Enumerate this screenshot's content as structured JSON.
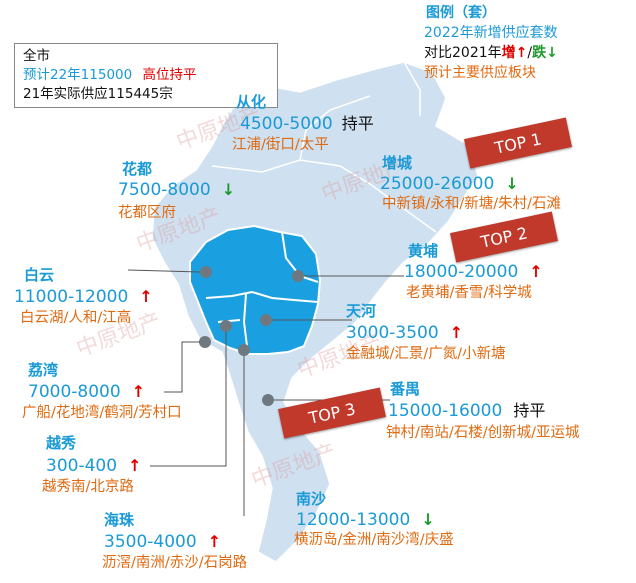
{
  "colors": {
    "core": "#1aa0e0",
    "region": "#cfe0f0",
    "text_blue": "#1a9ad6",
    "text_orange": "#e06a10",
    "up": "#e00000",
    "down": "#1c9a2c",
    "badge": "#c0392b"
  },
  "legend": {
    "title": "图例（套）",
    "line1": "2022年新增供应套数",
    "line2_prefix": "对比2021年",
    "up_word": "增↑",
    "sep": "/",
    "down_word": "跌↓",
    "line3": "预计主要供应板块"
  },
  "summary": {
    "title": "全市",
    "forecast_label": "预计22年115000",
    "forecast_trend": "高位持平",
    "actual": "21年实际供应115445宗"
  },
  "badges": [
    "TOP 1",
    "TOP 2",
    "TOP 3"
  ],
  "watermark": "中原地产",
  "districts": [
    {
      "key": "conghua",
      "name": "从化",
      "range": "4500-5000",
      "trend": "持平",
      "trend_dir": "flat",
      "blocks": "江浦/街口/太平"
    },
    {
      "key": "huadu",
      "name": "花都",
      "range": "7500-8000",
      "trend": "↓",
      "trend_dir": "down",
      "blocks": "花都区府"
    },
    {
      "key": "zengcheng",
      "name": "增城",
      "range": "25000-26000",
      "trend": "↓",
      "trend_dir": "down",
      "blocks": "中新镇/永和/新塘/朱村/石滩"
    },
    {
      "key": "huangpu",
      "name": "黄埔",
      "range": "18000-20000",
      "trend": "↑",
      "trend_dir": "up",
      "blocks": "老黄埔/香雪/科学城"
    },
    {
      "key": "baiyun",
      "name": "白云",
      "range": "11000-12000",
      "trend": "↑",
      "trend_dir": "up",
      "blocks": "白云湖/人和/江高"
    },
    {
      "key": "tianhe",
      "name": "天河",
      "range": "3000-3500",
      "trend": "↑",
      "trend_dir": "up",
      "blocks": "金融城/汇景/广氮/小新塘"
    },
    {
      "key": "liwan",
      "name": "荔湾",
      "range": "7000-8000",
      "trend": "↑",
      "trend_dir": "up",
      "blocks": "广船/花地湾/鹤洞/芳村口"
    },
    {
      "key": "panyu",
      "name": "番禺",
      "range": "15000-16000",
      "trend": "持平",
      "trend_dir": "flat",
      "blocks": "钟村/南站/石楼/创新城/亚运城"
    },
    {
      "key": "yuexiu",
      "name": "越秀",
      "range": "300-400",
      "trend": "↑",
      "trend_dir": "up",
      "blocks": "越秀南/北京路"
    },
    {
      "key": "nansha",
      "name": "南沙",
      "range": "12000-13000",
      "trend": "↓",
      "trend_dir": "down",
      "blocks": "横沥岛/金洲/南沙湾/庆盛"
    },
    {
      "key": "haizhu",
      "name": "海珠",
      "range": "3500-4000",
      "trend": "↑",
      "trend_dir": "up",
      "blocks": "沥滘/南洲/赤沙/石岗路"
    }
  ]
}
